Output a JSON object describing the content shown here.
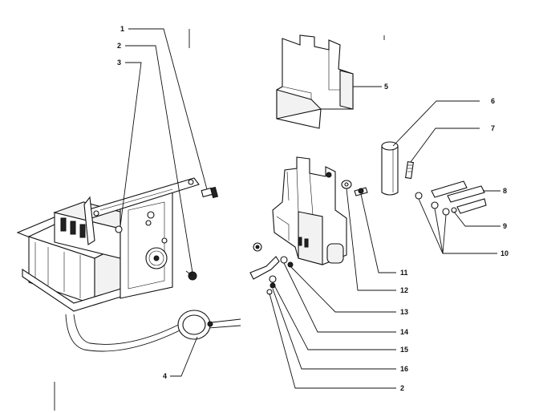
{
  "callouts": [
    {
      "id": "1",
      "text": "1"
    },
    {
      "id": "2a",
      "text": "2"
    },
    {
      "id": "3",
      "text": "3"
    },
    {
      "id": "4",
      "text": "4"
    },
    {
      "id": "5",
      "text": "5"
    },
    {
      "id": "6",
      "text": "6"
    },
    {
      "id": "7",
      "text": "7"
    },
    {
      "id": "8",
      "text": "8"
    },
    {
      "id": "9",
      "text": "9"
    },
    {
      "id": "10",
      "text": "10"
    },
    {
      "id": "11",
      "text": "11"
    },
    {
      "id": "12",
      "text": "12"
    },
    {
      "id": "13",
      "text": "13"
    },
    {
      "id": "14",
      "text": "14"
    },
    {
      "id": "15",
      "text": "15"
    },
    {
      "id": "16",
      "text": "16"
    },
    {
      "id": "2b",
      "text": "2"
    }
  ]
}
